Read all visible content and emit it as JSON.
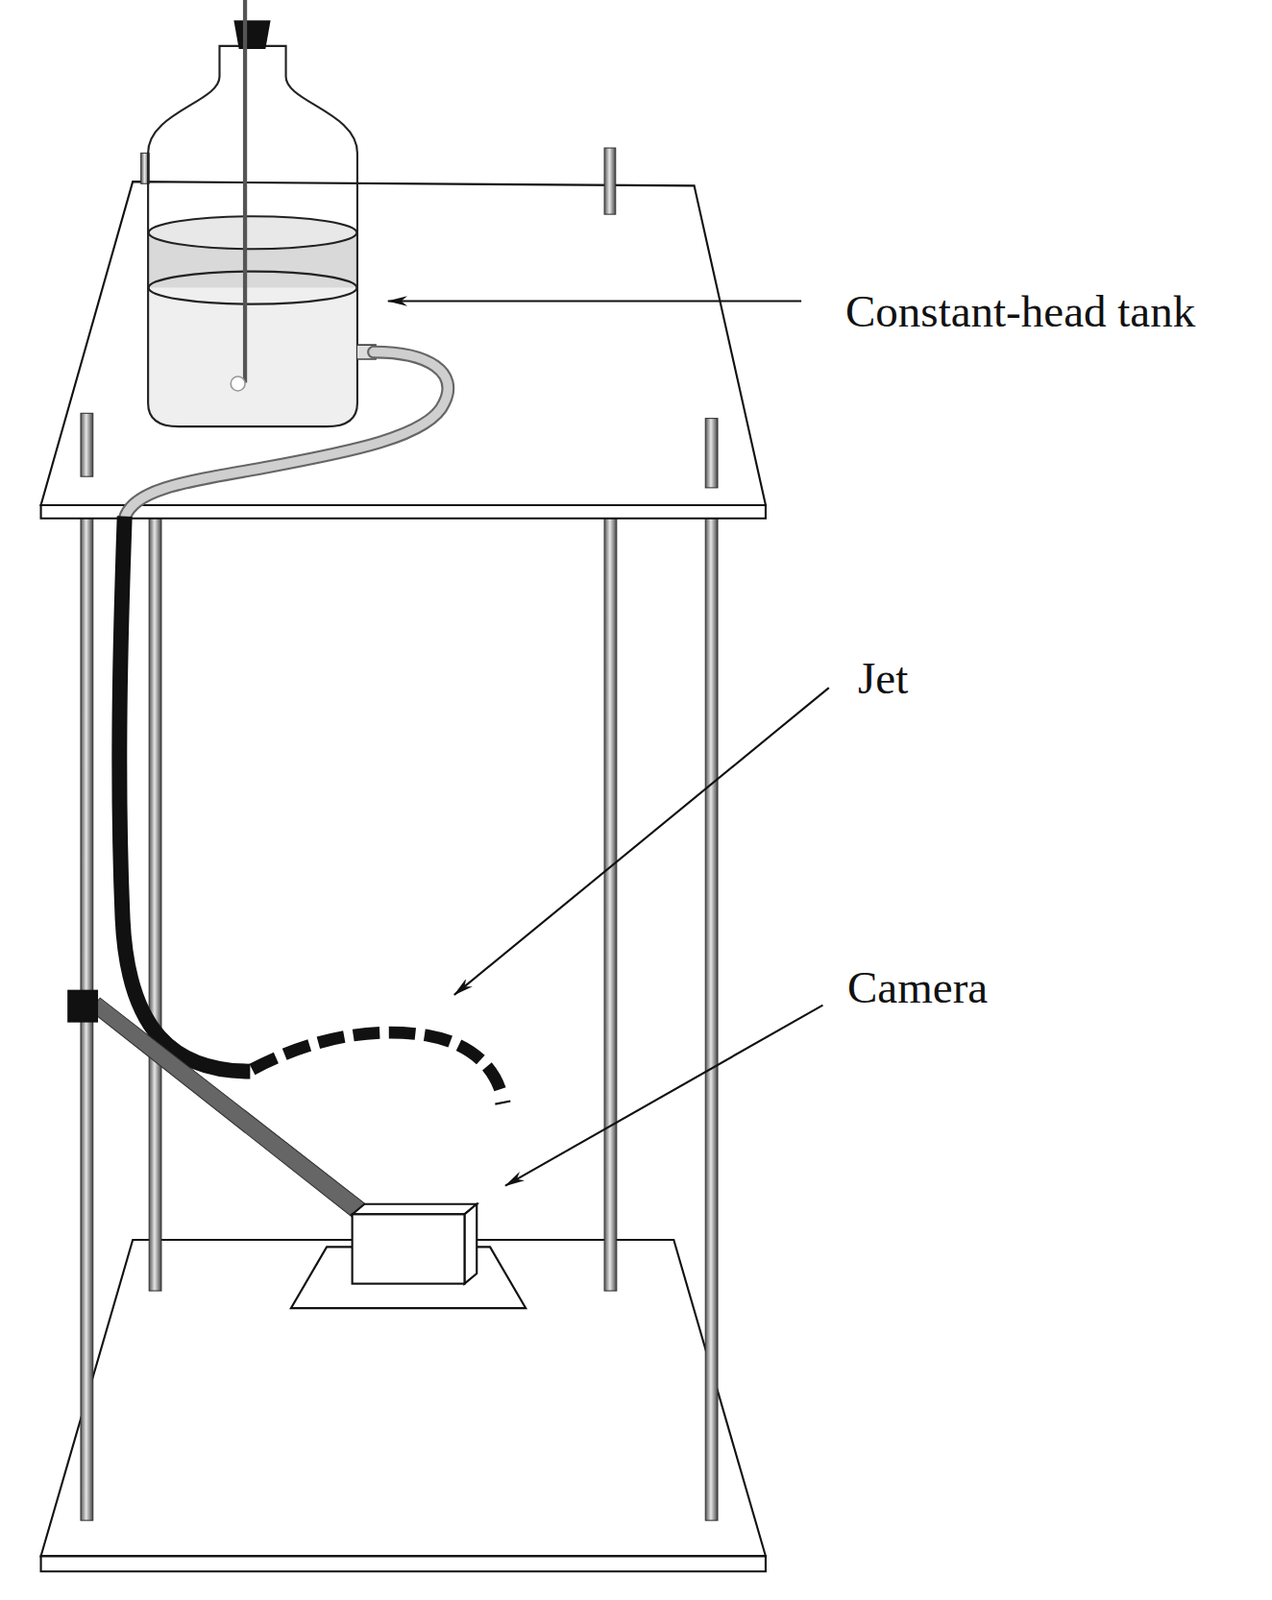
{
  "diagram": {
    "labels": [
      "Constant-head tank",
      "Jet",
      "Camera"
    ]
  }
}
